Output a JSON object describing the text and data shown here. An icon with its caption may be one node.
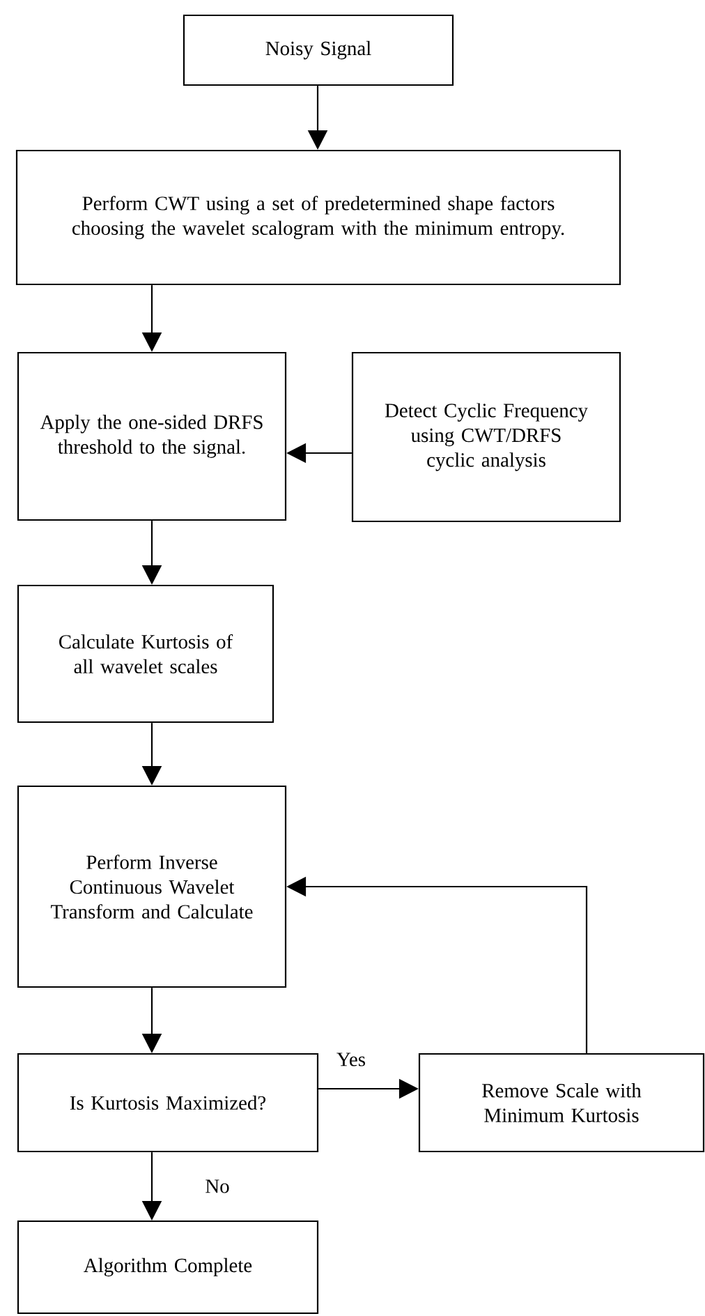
{
  "diagram": {
    "nodes": [
      {
        "text": [
          "Noisy Signal"
        ]
      },
      {
        "text": [
          "Perform CWT using a set of predetermined shape factors choosing the wavelet scalogram with the minimum entropy."
        ]
      },
      {
        "text": [
          "Apply the one-sided DRFS threshold to the signal."
        ]
      },
      {
        "text": [
          "Detect Cyclic Frequency using CWT/DRFS cyclic analysis"
        ]
      },
      {
        "text": [
          "Calculate Kurtosis of all wavelet scales"
        ]
      },
      {
        "text": [
          "Perform Inverse Continuous Wavelet Transform and Calculate"
        ]
      },
      {
        "text": [
          "Is Kurtosis Maximized?"
        ]
      },
      {
        "text": [
          "Remove Scale with Minimum Kurtosis"
        ]
      },
      {
        "text": [
          "Algorithm Complete"
        ]
      }
    ],
    "edges": [
      {
        "from": 0,
        "to": 1,
        "arrow": "to"
      },
      {
        "from": 1,
        "to": 2,
        "arrow": "to"
      },
      {
        "from": 3,
        "to": 2,
        "arrow": "to"
      },
      {
        "from": 2,
        "to": 4,
        "arrow": "to"
      },
      {
        "from": 4,
        "to": 5,
        "arrow": "to"
      },
      {
        "from": 5,
        "to": 6,
        "arrow": "to"
      },
      {
        "from": 6,
        "to": 7,
        "arrow": "to",
        "label": "Yes"
      },
      {
        "from": 7,
        "to": 5,
        "arrow": "to"
      },
      {
        "from": 6,
        "to": 8,
        "arrow": "to",
        "label": "No"
      }
    ]
  }
}
